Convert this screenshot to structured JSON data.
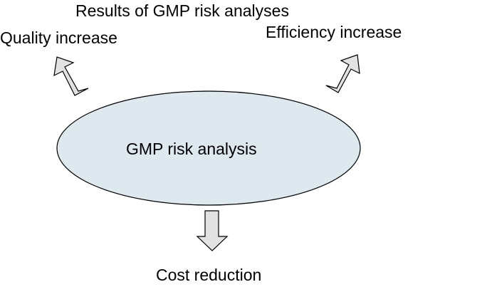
{
  "title": "Results of GMP risk analyses",
  "center": {
    "label": "GMP risk analysis"
  },
  "outcomes": {
    "quality": "Quality increase",
    "efficiency": "Efficiency increase",
    "cost": "Cost reduction"
  },
  "colors": {
    "ellipse_fill": "#DDE8EF",
    "arrow_fill": "#E2E2E2",
    "stroke": "#000000",
    "text": "#000000"
  }
}
